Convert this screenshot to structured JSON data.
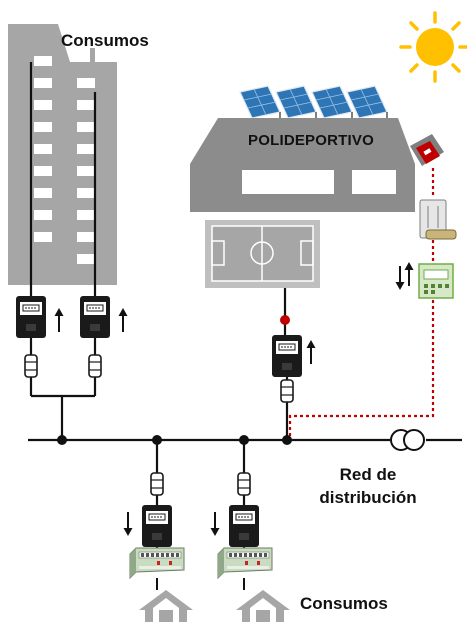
{
  "labels": {
    "consumos_top": "Consumos",
    "building_title": "POLIDEPORTIVO",
    "red_distribucion": "Red de distribución",
    "consumos_bottom": "Consumos"
  },
  "colors": {
    "building_gray": "#a6a6a6",
    "roof_gray": "#8c8c8c",
    "solar_panel_blue": "#5b9bd5",
    "sun_yellow": "#ffc000",
    "injection_line_red": "#c00000",
    "meter_black": "#1a1a1a",
    "wire_black": "#111111"
  },
  "icons": [
    "sun-icon",
    "solar-panel-icon",
    "inverter-icon",
    "electric-meter-icon",
    "fuse-icon",
    "transformer-icon",
    "house-icon",
    "distribution-board-icon",
    "arrow-up-icon",
    "arrow-down-icon"
  ]
}
